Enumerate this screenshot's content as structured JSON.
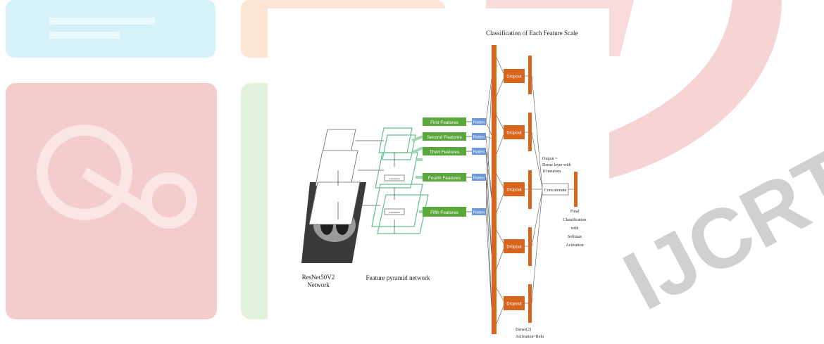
{
  "watermark": {
    "text": "IJCRT",
    "colors": {
      "blue": "#d6f2f8",
      "orange": "#fde6d6",
      "red": "#f3cccc",
      "green": "#e3f2dc",
      "text": "#d0d0d0"
    }
  },
  "figure": {
    "title": "Classification of Each Feature Scale",
    "backbone_label_line1": "ResNet50V2",
    "backbone_label_line2": "Network",
    "fpn_label": "Feature pyramid network",
    "concat_small": "Concatenate",
    "features": [
      {
        "label": "First Features",
        "flatten": "Flatten"
      },
      {
        "label": "Second Features",
        "flatten": "Flatten"
      },
      {
        "label": "Third Features",
        "flatten": "Flatten"
      },
      {
        "label": "Fourth Features",
        "flatten": "Flatten"
      },
      {
        "label": "Fifth Features",
        "flatten": "Flatten"
      }
    ],
    "dropout_label": "Dropout",
    "output_note": [
      "Output =",
      "Dense layer with",
      "10 neurons"
    ],
    "concatenate_label": "Concatenate",
    "final_note": [
      "Final",
      "Classification",
      "with",
      "Softmax",
      "Activation"
    ],
    "dense_note": [
      "Dense(2)",
      "Activation=Relu"
    ],
    "colors": {
      "green_box": "#5aa83c",
      "flatten_box": "#6d97d6",
      "orange": "#d8651e",
      "fpn_line": "#63c08c"
    }
  }
}
